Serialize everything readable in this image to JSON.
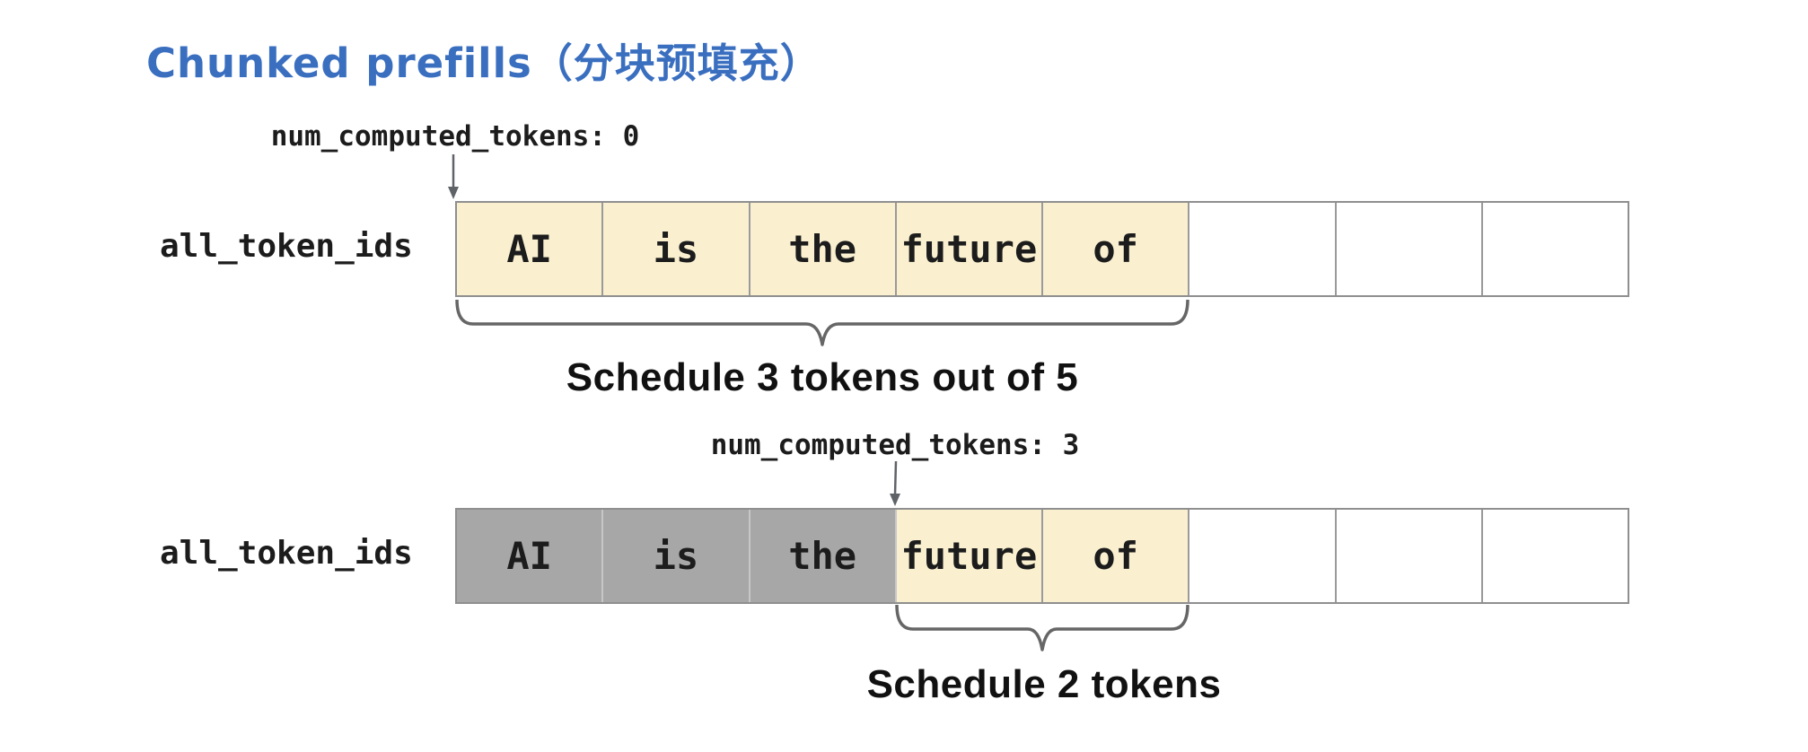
{
  "title": "Chunked prefills（分块预填充）",
  "colors": {
    "title_blue": "#3a6fc0",
    "scheduled_fill": "#faf0d0",
    "computed_fill": "#a7a7a7",
    "empty_fill": "#ffffff",
    "border_gray": "#8f8f8f",
    "arrow_gray": "#5f6368",
    "brace_gray": "#666666",
    "text_black": "#1c1c1c"
  },
  "rows": [
    {
      "pointer_label": "num_computed_tokens: 0",
      "axis_label": "all_token_ids",
      "cells": [
        {
          "text": "AI",
          "state": "scheduled"
        },
        {
          "text": "is",
          "state": "scheduled"
        },
        {
          "text": "the",
          "state": "scheduled"
        },
        {
          "text": "future",
          "state": "scheduled"
        },
        {
          "text": "of",
          "state": "scheduled"
        },
        {
          "text": "",
          "state": "empty"
        },
        {
          "text": "",
          "state": "empty"
        },
        {
          "text": "",
          "state": "empty"
        }
      ],
      "brace_label": "Schedule 3 tokens out of 5"
    },
    {
      "pointer_label": "num_computed_tokens: 3",
      "axis_label": "all_token_ids",
      "cells": [
        {
          "text": "AI",
          "state": "computed"
        },
        {
          "text": "is",
          "state": "computed"
        },
        {
          "text": "the",
          "state": "computed"
        },
        {
          "text": "future",
          "state": "scheduled"
        },
        {
          "text": "of",
          "state": "scheduled"
        },
        {
          "text": "",
          "state": "empty"
        },
        {
          "text": "",
          "state": "empty"
        },
        {
          "text": "",
          "state": "empty"
        }
      ],
      "brace_label": "Schedule 2 tokens"
    }
  ]
}
